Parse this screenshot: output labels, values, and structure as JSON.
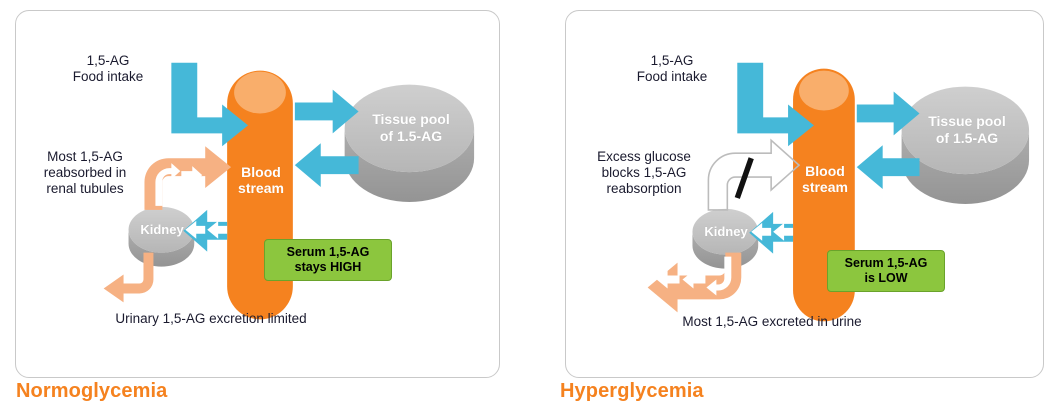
{
  "diagram": {
    "title_semantic": "1,5-AG metabolism under normoglycemia vs hyperglycemia",
    "colors": {
      "blood_orange": "#F5821F",
      "blood_orange_top": "#F9AE6B",
      "blue_arrow": "#45B8D8",
      "peach_arrow": "#F6B183",
      "grey_organ": "#BFBFBF",
      "grey_organ_side": "#9C9C9C",
      "badge_green": "#8CC63E",
      "title_orange": "#F5821F",
      "panel_border": "#C9C9C9",
      "blocked_arrow_stroke": "#BCBCBC",
      "slash_black": "#111111",
      "text_dark": "#1A1A2E"
    }
  },
  "panels": [
    {
      "id": "normoglycemia",
      "title": "Normoglycemia",
      "nodes": {
        "blood_stream": "Blood\nstream",
        "tissue_pool": "Tissue pool\nof 1.5-AG",
        "kidney": "Kidney"
      },
      "labels": {
        "food_intake": "1,5-AG\nFood intake",
        "reabsorption": "Most 1,5-AG\nreabsorbed in\nrenal tubules",
        "excretion": "Urinary 1,5-AG excretion limited"
      },
      "badge": "Serum 1,5-AG\nstays HIGH",
      "flows": {
        "intake": "food intake into blood stream",
        "to_tissue": "blood stream to tissue pool",
        "from_tissue": "tissue pool to blood stream",
        "to_kidney": "blood stream to kidney",
        "reabsorbed": "kidney back to blood stream (strong, peach)",
        "excreted": "kidney to urine (thin, peach)"
      }
    },
    {
      "id": "hyperglycemia",
      "title": "Hyperglycemia",
      "nodes": {
        "blood_stream": "Blood\nstream",
        "tissue_pool": "Tissue pool\nof 1.5-AG",
        "kidney": "Kidney"
      },
      "labels": {
        "food_intake": "1,5-AG\nFood intake",
        "reabsorption": "Excess glucose\nblocks 1,5-AG\nreabsorption",
        "excretion": "Most 1,5-AG excreted in urine"
      },
      "badge": "Serum 1,5-AG\nis LOW",
      "flows": {
        "intake": "food intake into blood stream",
        "to_tissue": "blood stream to tissue pool",
        "from_tissue": "tissue pool to blood stream",
        "to_kidney": "blood stream to kidney",
        "reabsorbed": "kidney back to blood stream (blocked, hollow outline with slash)",
        "excreted": "kidney to urine (strong, peach)"
      }
    }
  ]
}
